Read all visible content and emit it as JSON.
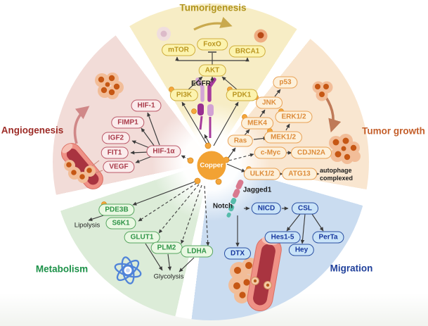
{
  "center": {
    "label": "Copper",
    "color": "#f2a233"
  },
  "sections": {
    "tumorigenesis": {
      "title": "Tumorigenesis",
      "title_color": "#b1941c",
      "wedge_color": "#f7edc5",
      "nodes": {
        "mtor": "mTOR",
        "foxo": "FoxO",
        "brca1": "BRCA1",
        "akt": "AKT",
        "pi3k": "PI3K",
        "pdk1": "PDK1"
      },
      "labels": {
        "egfr": "EGFR"
      }
    },
    "tumor_growth": {
      "title": "Tumor growth",
      "title_color": "#c45f2b",
      "wedge_color": "#f9e6d0",
      "nodes": {
        "p53": "p53",
        "jnk": "JNK",
        "erk12": "ERK1/2",
        "mek4": "MEK4",
        "mek12": "MEK1/2",
        "ras": "Ras",
        "cmyc": "c-Myc",
        "cdjn2a": "CDJN2A",
        "ulk12": "ULK1/2",
        "atg13": "ATG13"
      },
      "labels": {
        "autophage_line1": "autophage",
        "autophage_line2": "complexed"
      }
    },
    "angiogenesis": {
      "title": "Angiogenesis",
      "title_color": "#9d2c27",
      "wedge_color": "#f2dcd8",
      "nodes": {
        "hif1": "HIF-1",
        "fimp1": "FIMP1",
        "igf2": "IGF2",
        "fit1": "FIT1",
        "vegf": "VEGF",
        "hif1a": "HIF-1α"
      }
    },
    "metabolism": {
      "title": "Metabolism",
      "title_color": "#1c9148",
      "wedge_color": "#dcecd8",
      "nodes": {
        "pde3b": "PDE3B",
        "s6k1": "S6K1",
        "glut1": "GLUT1",
        "plm2": "PLM2",
        "ldha": "LDHA"
      },
      "labels": {
        "lipolysis": "Lipolysis",
        "glycolysis": "Glycolysis"
      }
    },
    "migration": {
      "title": "Migration",
      "title_color": "#20409b",
      "wedge_color": "#cadcf0",
      "nodes": {
        "nicd": "NICD",
        "csl": "CSL",
        "hes15": "Hes1-5",
        "perta": "PerTa",
        "hey": "Hey",
        "dtx": "DTX"
      },
      "labels": {
        "jagged1": "Jagged1",
        "notch": "Notch"
      }
    }
  }
}
